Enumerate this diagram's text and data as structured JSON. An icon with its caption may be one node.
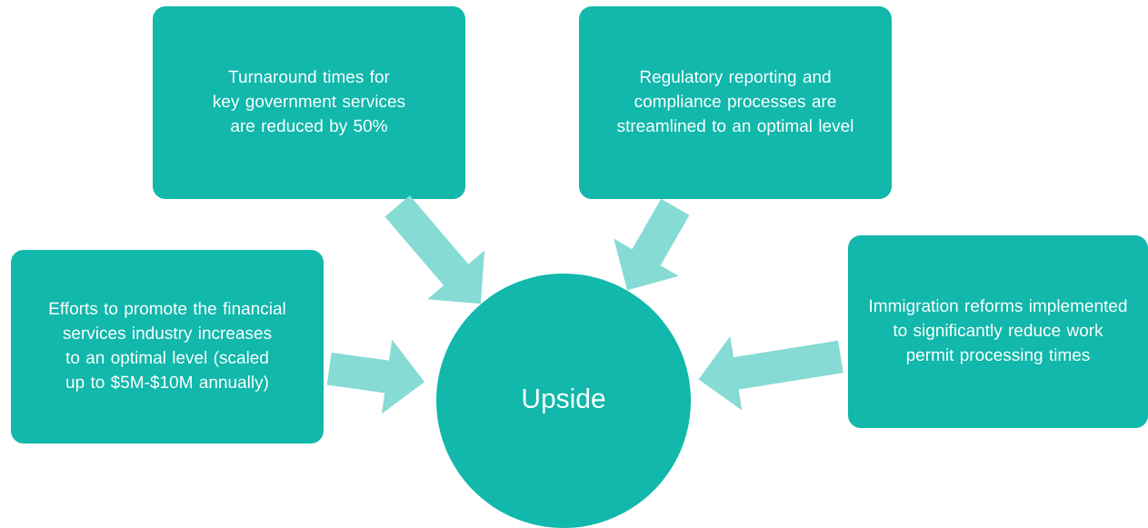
{
  "diagram": {
    "nodes": [
      {
        "text": [
          "Turnaround times for key government services are reduced by 50%"
        ]
      },
      {
        "text": [
          "Regulatory reporting and compliance processes are streamlined to an optimal level"
        ]
      },
      {
        "text": [
          "Efforts to promote the financial services industry increases to an optimal level (scaled up to $5M-$10M annually)"
        ]
      },
      {
        "text": [
          "Immigration reforms implemented to significantly reduce work permit processing times"
        ]
      },
      {
        "text": [
          "Upside"
        ]
      }
    ],
    "edges": [
      {
        "from": 0,
        "to": 4,
        "arrow": "to"
      },
      {
        "from": 1,
        "to": 4,
        "arrow": "to"
      },
      {
        "from": 2,
        "to": 4,
        "arrow": "to"
      },
      {
        "from": 3,
        "to": 4,
        "arrow": "to"
      }
    ]
  }
}
